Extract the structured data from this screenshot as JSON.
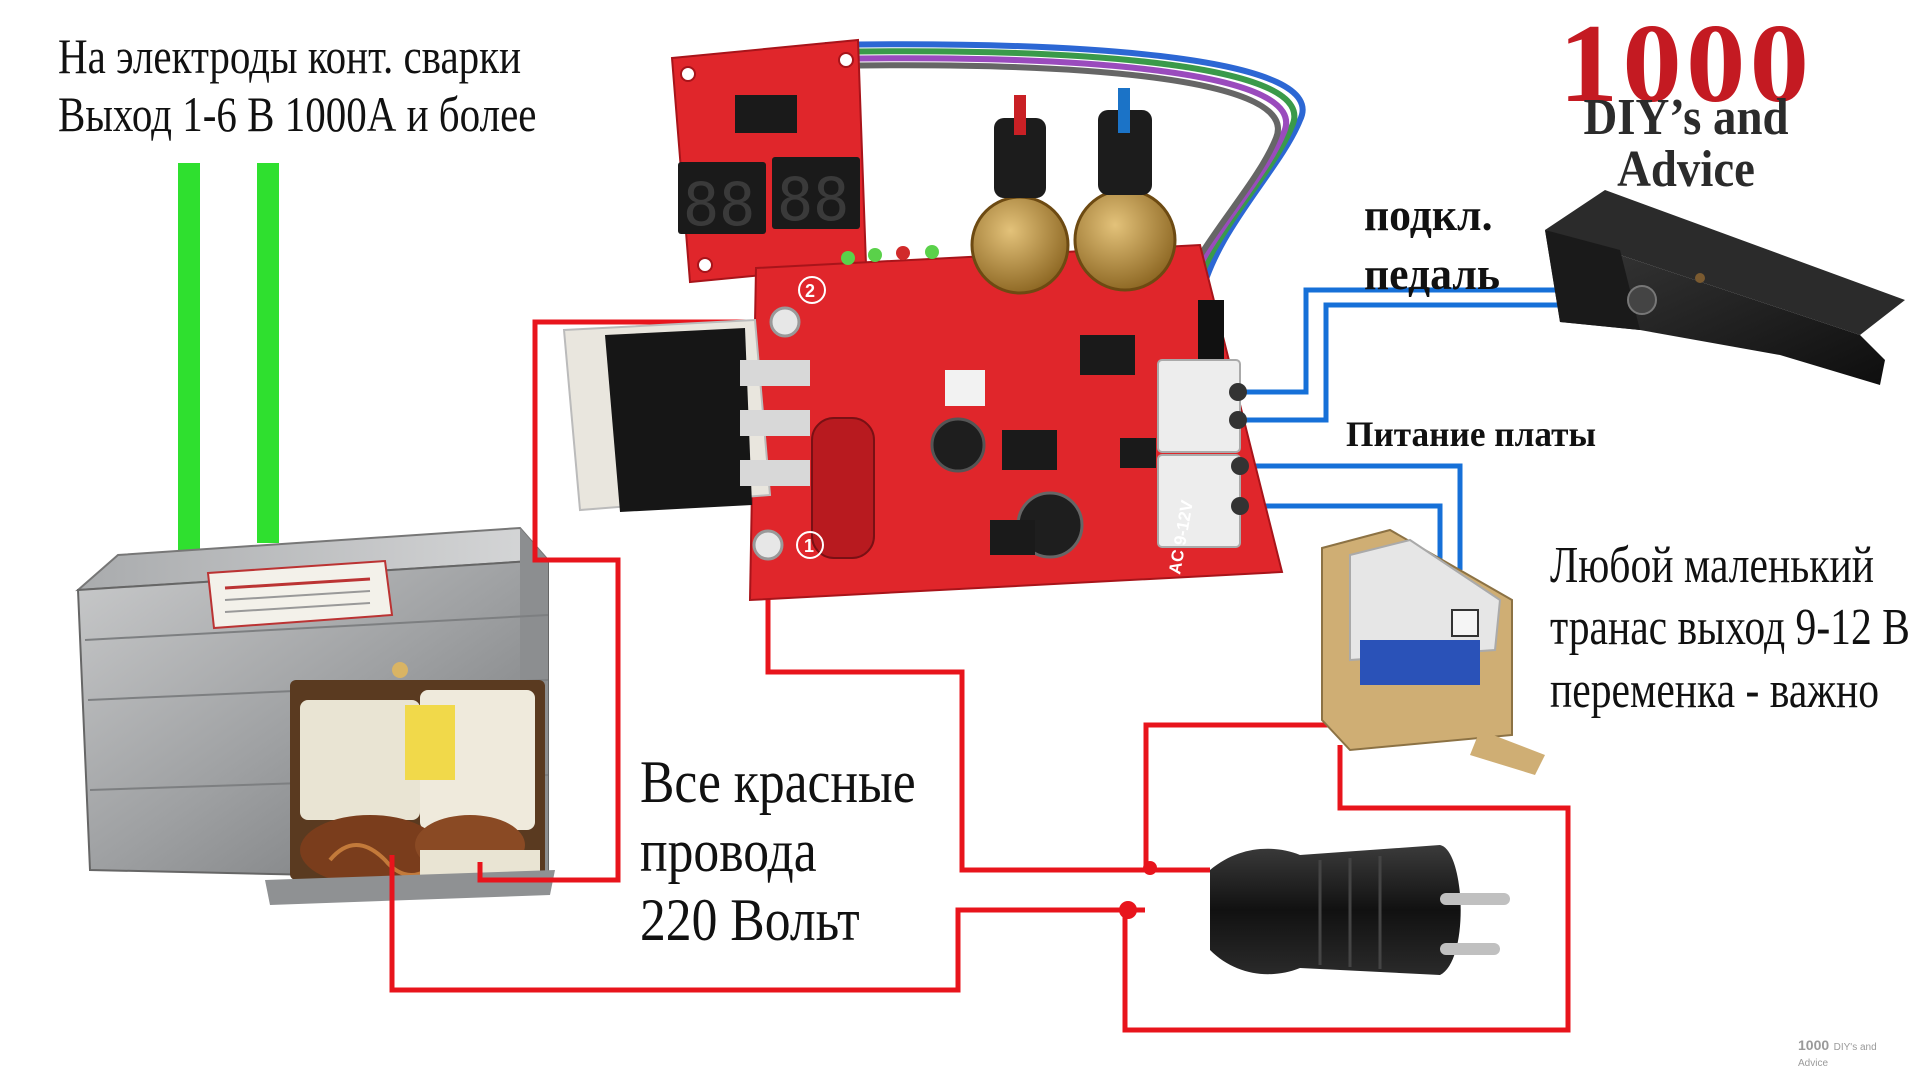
{
  "labels": {
    "electrode_line1": "На электроды конт. сварки",
    "electrode_line2": "Выход 1-6 В 1000А и более",
    "pedal_line1": "подкл.",
    "pedal_line2": "педаль",
    "board_power": "Питание платы",
    "any_transformer_line1": "Любой маленький",
    "any_transformer_line2": "транас  выход 9-12 В",
    "any_transformer_line3": "переменка - важно",
    "red_wires_line1": "Все красные",
    "red_wires_line2": "провода",
    "red_wires_line3": "220 Вольт"
  },
  "brand": {
    "number": "1000",
    "subtitle": "DIY’s and Advice",
    "watermark_number": "1000",
    "watermark_text": "DIY's and Advice"
  },
  "board": {
    "terminal_1": "1",
    "terminal_2": "2",
    "power_marking": "AC 9-12V",
    "display_digits": "88 88"
  },
  "colors": {
    "mains_wire": "#e8141c",
    "electrode_wire": "#2fe02f",
    "low_voltage_wire": "#1670d8",
    "board": "#e0262b",
    "brand_red": "#c41a22"
  }
}
